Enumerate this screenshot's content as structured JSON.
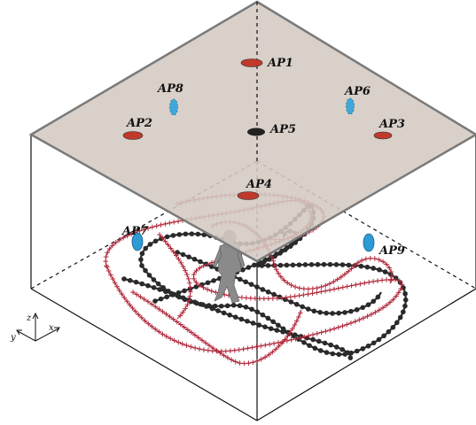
{
  "diagram": {
    "access_points": [
      {
        "id": "ap1",
        "label": "AP1",
        "color": "#c0392b",
        "kind": "ellipse"
      },
      {
        "id": "ap2",
        "label": "AP2",
        "color": "#c0392b",
        "kind": "ellipse"
      },
      {
        "id": "ap3",
        "label": "AP3",
        "color": "#c0392b",
        "kind": "ellipse"
      },
      {
        "id": "ap4",
        "label": "AP4",
        "color": "#c0392b",
        "kind": "ellipse"
      },
      {
        "id": "ap5",
        "label": "AP5",
        "color": "#222222",
        "kind": "ellipse"
      },
      {
        "id": "ap6",
        "label": "AP6",
        "color": "#3fa8d8",
        "kind": "vertical-dashed"
      },
      {
        "id": "ap7",
        "label": "AP7",
        "color": "#2e9ad6",
        "kind": "vertical"
      },
      {
        "id": "ap8",
        "label": "AP8",
        "color": "#3fa8d8",
        "kind": "vertical-dashed"
      },
      {
        "id": "ap9",
        "label": "AP9",
        "color": "#2e9ad6",
        "kind": "vertical"
      }
    ],
    "axes": {
      "x": "x",
      "y": "y",
      "z": "z"
    },
    "colors": {
      "ceiling_fill": "#d3cac2",
      "ceiling_edge": "#7a7a7a",
      "trajectory_red": "#b0283a",
      "trajectory_black": "#2a2a2a",
      "person": "#8a8a8a"
    },
    "icons": [
      "person-figure-icon",
      "coordinate-axes-icon"
    ]
  }
}
